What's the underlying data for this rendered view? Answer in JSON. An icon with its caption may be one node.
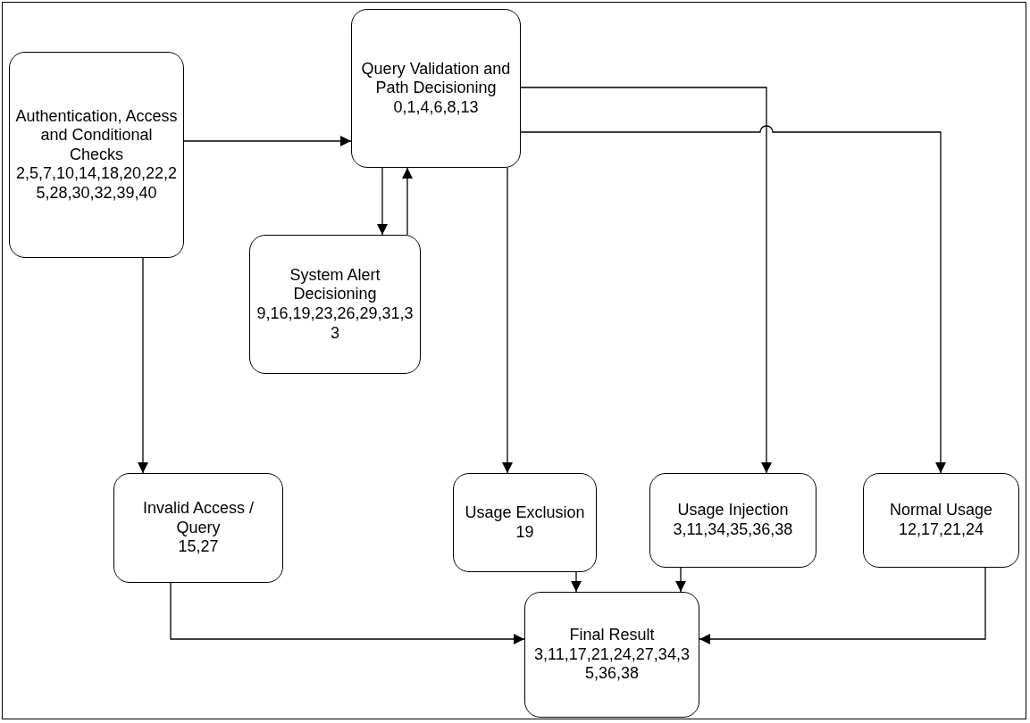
{
  "diagram": {
    "nodes": [
      {
        "text": [
          "Authentication, Access and Conditional Checks",
          "2,5,7,10,14,18,20,22,25,28,30,32,39,40"
        ]
      },
      {
        "text": [
          "Query Validation and Path Decisioning",
          "0,1,4,6,8,13"
        ]
      },
      {
        "text": [
          "System Alert Decisioning",
          "9,16,19,23,26,29,31,33"
        ]
      },
      {
        "text": [
          "Invalid Access / Query",
          "15,27"
        ]
      },
      {
        "text": [
          "Usage Exclusion",
          "19"
        ]
      },
      {
        "text": [
          "Usage Injection",
          "3,11,34,35,36,38"
        ]
      },
      {
        "text": [
          "Normal Usage",
          "12,17,21,24"
        ]
      },
      {
        "text": [
          "Final Result",
          "3,11,17,21,24,27,34,35,36,38"
        ]
      }
    ],
    "edges": [
      {
        "from": 0,
        "to": 1,
        "arrow": "to"
      },
      {
        "from": 1,
        "to": 2,
        "arrow": "to"
      },
      {
        "from": 2,
        "to": 1,
        "arrow": "to"
      },
      {
        "from": 1,
        "to": 4,
        "arrow": "to"
      },
      {
        "from": 1,
        "to": 5,
        "arrow": "to"
      },
      {
        "from": 1,
        "to": 6,
        "arrow": "to"
      },
      {
        "from": 0,
        "to": 3,
        "arrow": "to"
      },
      {
        "from": 3,
        "to": 7,
        "arrow": "to"
      },
      {
        "from": 4,
        "to": 7,
        "arrow": "to"
      },
      {
        "from": 5,
        "to": 7,
        "arrow": "to"
      },
      {
        "from": 6,
        "to": 7,
        "arrow": "to"
      }
    ]
  }
}
